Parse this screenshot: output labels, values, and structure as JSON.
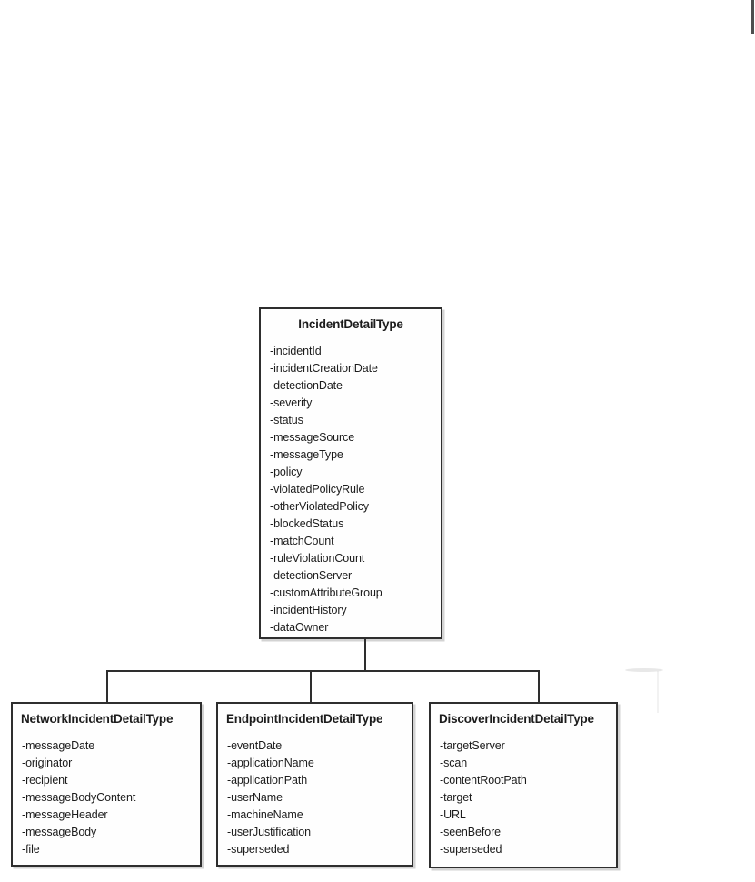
{
  "diagram": {
    "type": "uml-class-hierarchy",
    "parent": {
      "title": "IncidentDetailType",
      "attributes": [
        "-incidentId",
        "-incidentCreationDate",
        "-detectionDate",
        "-severity",
        "-status",
        "-messageSource",
        "-messageType",
        "-policy",
        "-violatedPolicyRule",
        "-otherViolatedPolicy",
        "-blockedStatus",
        "-matchCount",
        "-ruleViolationCount",
        "-detectionServer",
        "-customAttributeGroup",
        "-incidentHistory",
        "-dataOwner"
      ]
    },
    "children": [
      {
        "title": "NetworkIncidentDetailType",
        "attributes": [
          "-messageDate",
          "-originator",
          "-recipient",
          "-messageBodyContent",
          "-messageHeader",
          "-messageBody",
          "-file"
        ]
      },
      {
        "title": "EndpointIncidentDetailType",
        "attributes": [
          "-eventDate",
          "-applicationName",
          "-applicationPath",
          "-userName",
          "-machineName",
          "-userJustification",
          "-superseded"
        ]
      },
      {
        "title": "DiscoverIncidentDetailType",
        "attributes": [
          "-targetServer",
          "-scan",
          "-contentRootPath",
          "-target",
          "-URL",
          "-seenBefore",
          "-superseded"
        ]
      }
    ],
    "colors": {
      "background": "#ffffff",
      "box_border": "#2e2e2e",
      "text": "#1c1c1c",
      "connector": "#2e2e2e",
      "page_edge_mark": "#4f4f4f"
    }
  }
}
